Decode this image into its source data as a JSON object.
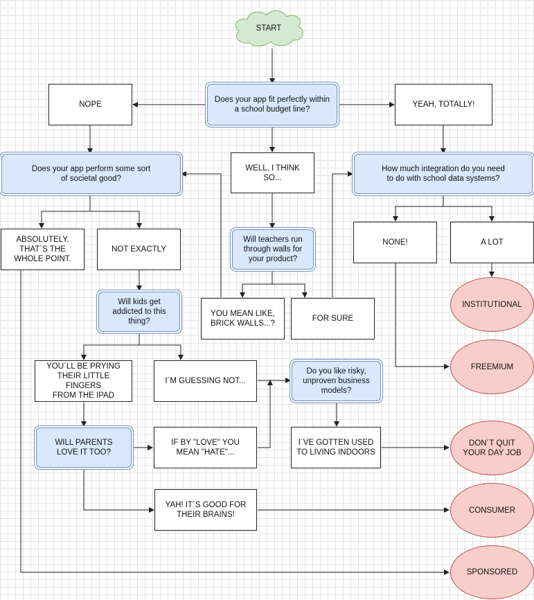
{
  "colors": {
    "question_fill": "#dae8fc",
    "question_stroke": "#6c8ebf",
    "outcome_fill": "#f8cecc",
    "outcome_stroke": "#b85450",
    "start_fill": "#d5e8d4",
    "start_stroke": "#82b366",
    "edge": "#222222"
  },
  "nodes": {
    "start": "START",
    "q_budget": "Does your app fit perfectly within\na school budget line?",
    "nope": "NOPE",
    "yeah_totally": "YEAH, TOTALLY!",
    "q_societal": "Does your app perform some sort\nof societal good?",
    "well_think": "WELL, I THINK SO...",
    "q_integration": "How much integration do you need\nto do with school data systems?",
    "absolutely": "ABSOLUTELY.\nTHAT´S THE\nWHOLE POINT.",
    "not_exactly": "NOT EXACTLY",
    "q_teachers": "Will teachers run\nthrough walls for\nyour product?",
    "none": "NONE!",
    "a_lot": "A LOT",
    "institutional": "INSTITUTIONAL",
    "q_addicted": "Will kids get\naddicted to this\nthing?",
    "brick_walls": "YOU MEAN LIKE,\nBRICK WALLS...?",
    "for_sure": "FOR SURE",
    "freemium": "FREEMIUM",
    "prying": "YOU´LL BE PRYING\nTHEIR LITTLE FINGERS\nFROM THE IPAD",
    "guessing_not": "I´M GUESSING NOT...",
    "q_risky": "Do you like risky,\nunproven business\nmodels?",
    "q_parents": "WILL PARENTS\nLOVE IT TOO?",
    "love_hate": "IF BY \"LOVE\" YOU\nMEAN \"HATE\"...",
    "indoors": "I´VE GOTTEN USED\nTO LIVING INDOORS",
    "day_job": "DON´T QUIT\nYOUR DAY JOB",
    "brains": "YAH! IT´S GOOD FOR\nTHEIR BRAINS!",
    "consumer": "CONSUMER",
    "sponsored": "SPONSORED"
  }
}
